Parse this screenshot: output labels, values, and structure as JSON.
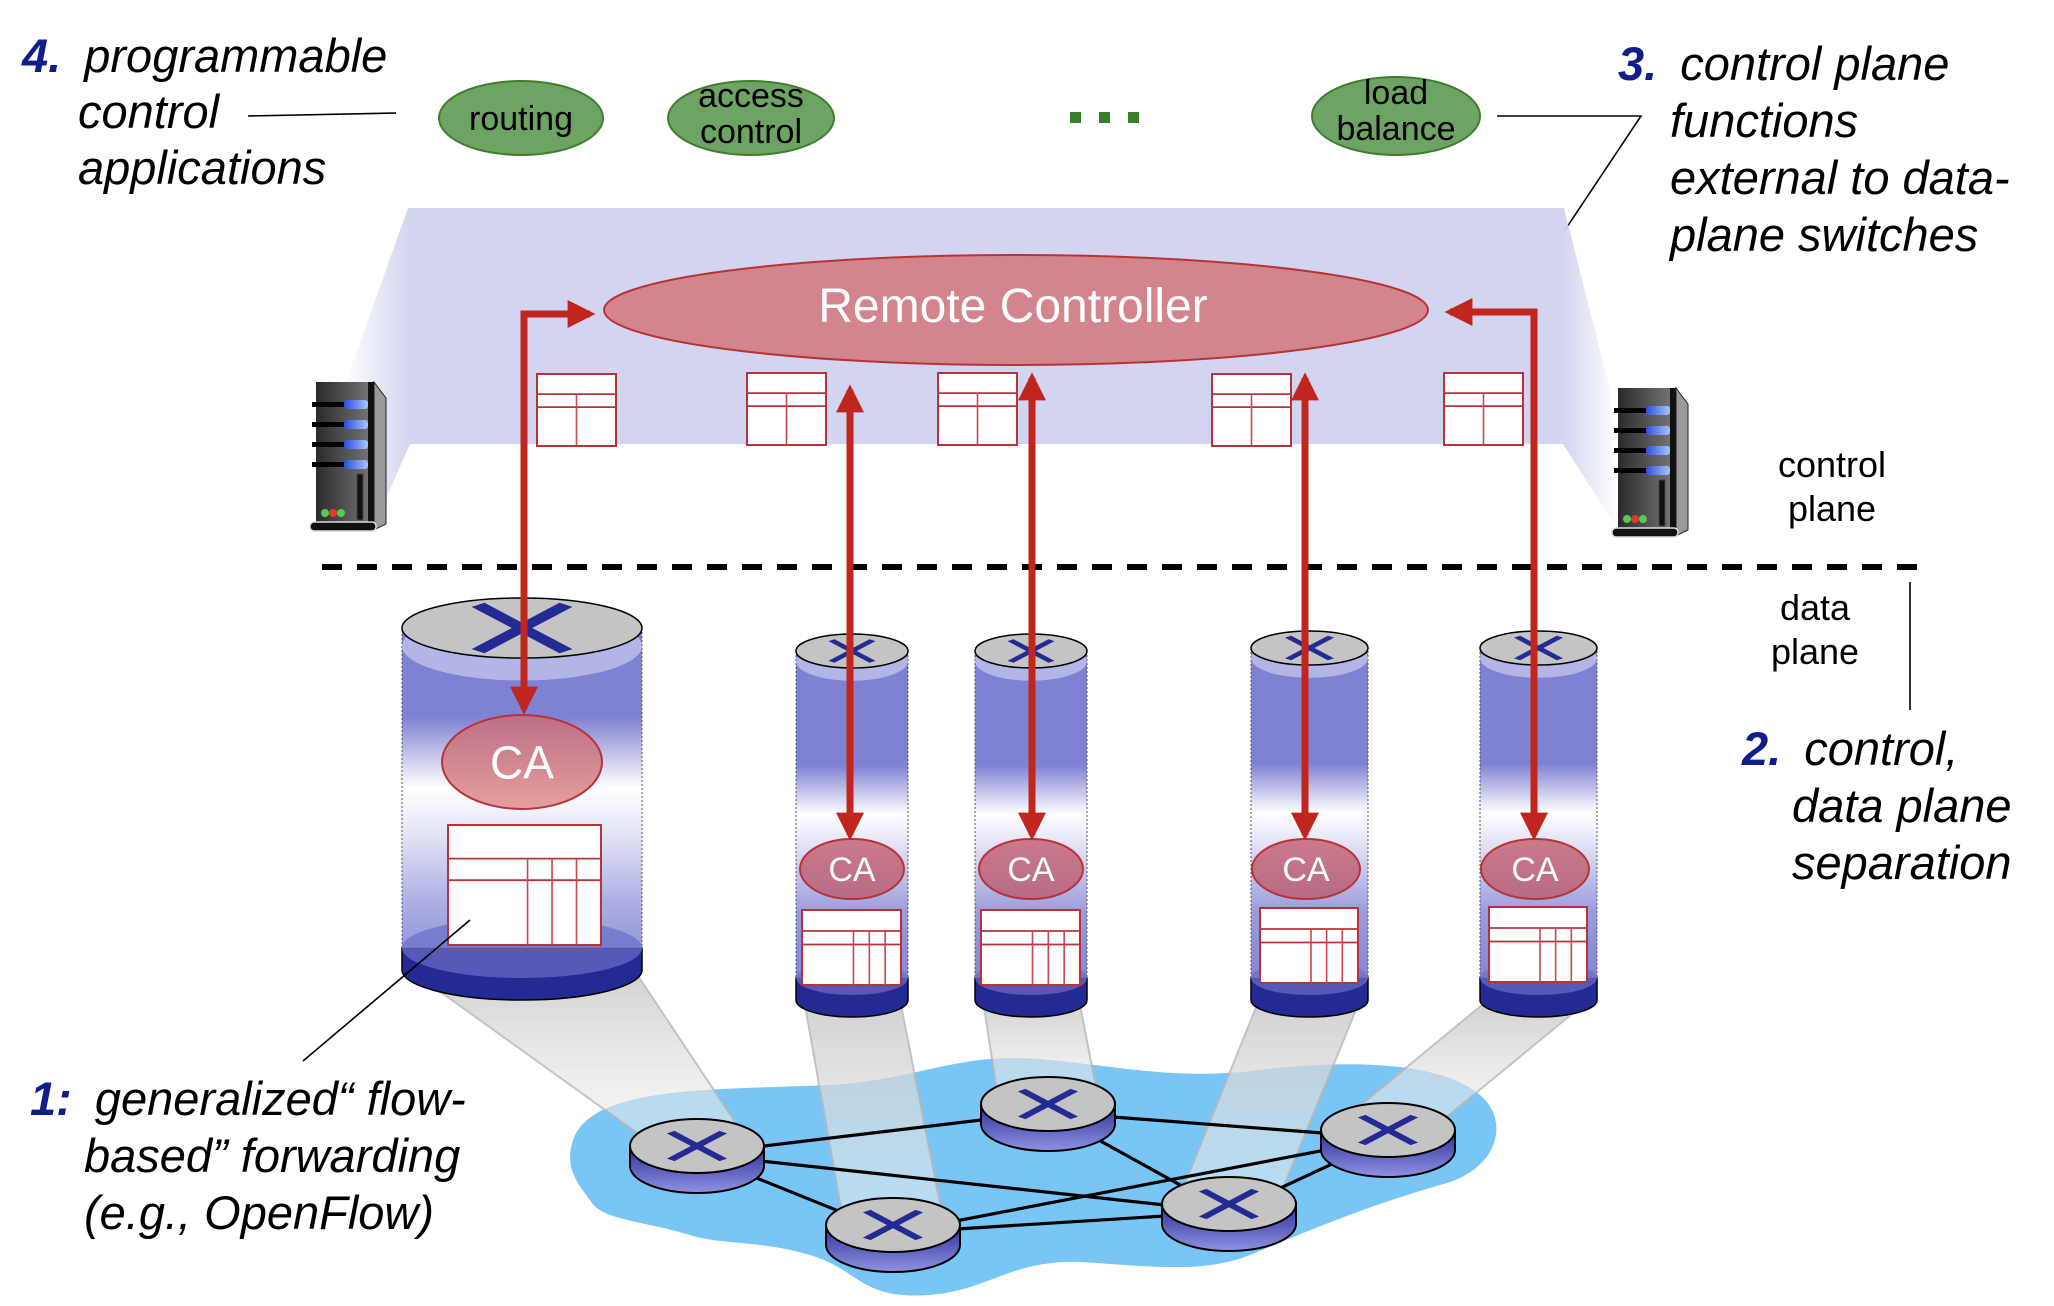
{
  "callouts": {
    "c4": {
      "num": "4.",
      "lines": [
        "programmable",
        "control",
        "applications"
      ]
    },
    "c3": {
      "num": "3.",
      "lines": [
        "control plane",
        "functions",
        "external to data-",
        "plane switches"
      ]
    },
    "c2": {
      "num": "2.",
      "lines": [
        "control,",
        "data plane",
        "separation"
      ]
    },
    "c1": {
      "num": "1:",
      "lines": [
        "generalized“ flow-",
        "based” forwarding",
        "(e.g., OpenFlow)"
      ]
    }
  },
  "apps": [
    {
      "lines": [
        "routing"
      ]
    },
    {
      "lines": [
        "access",
        "control"
      ]
    },
    {
      "lines": [
        "load",
        "balance"
      ]
    }
  ],
  "apps_ellipsis": "...",
  "controller": {
    "label": "Remote Controller"
  },
  "planes": {
    "control": [
      "control",
      "plane"
    ],
    "data": [
      "data",
      "plane"
    ]
  },
  "switches": [
    {
      "agent": "CA",
      "size": "large"
    },
    {
      "agent": "CA",
      "size": "small"
    },
    {
      "agent": "CA",
      "size": "small"
    },
    {
      "agent": "CA",
      "size": "small"
    },
    {
      "agent": "CA",
      "size": "small"
    }
  ],
  "colors": {
    "callout_number": "#0f1e8c",
    "app_fill": "#6ea463",
    "app_stroke": "#3e7f2e",
    "ellipsis": "#3a7d2a",
    "control_band": "#d3d4f0",
    "controller_fill": "#d3858d",
    "controller_stroke": "#b8323a",
    "arrow": "#c0261d",
    "table_stroke": "#b8323a",
    "network_blob": "#79c6f6",
    "switch_blue": "#242a93",
    "switch_top": "#c4c4c4"
  }
}
